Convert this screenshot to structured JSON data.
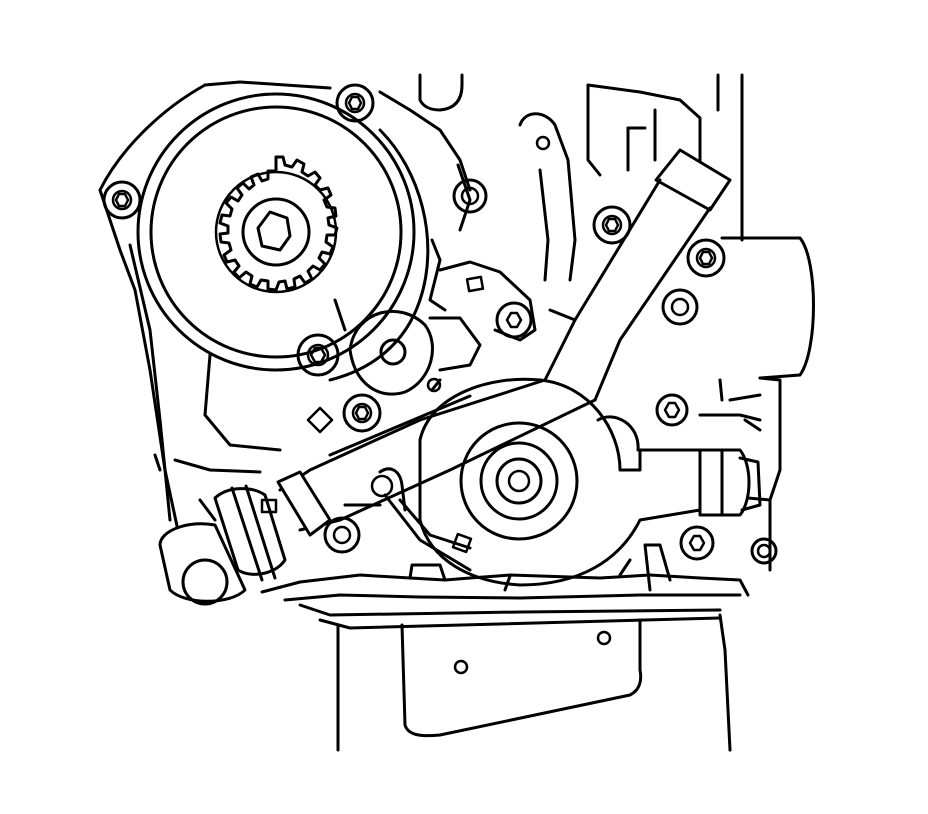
{
  "figure": {
    "kind": "technical line drawing",
    "line_color": "#000000",
    "background": "#ffffff",
    "parts": [
      "crankshaft-sprocket",
      "idler-pulley",
      "oil-pump",
      "oil-pickup-tube",
      "oil-pan",
      "engine-block"
    ]
  }
}
